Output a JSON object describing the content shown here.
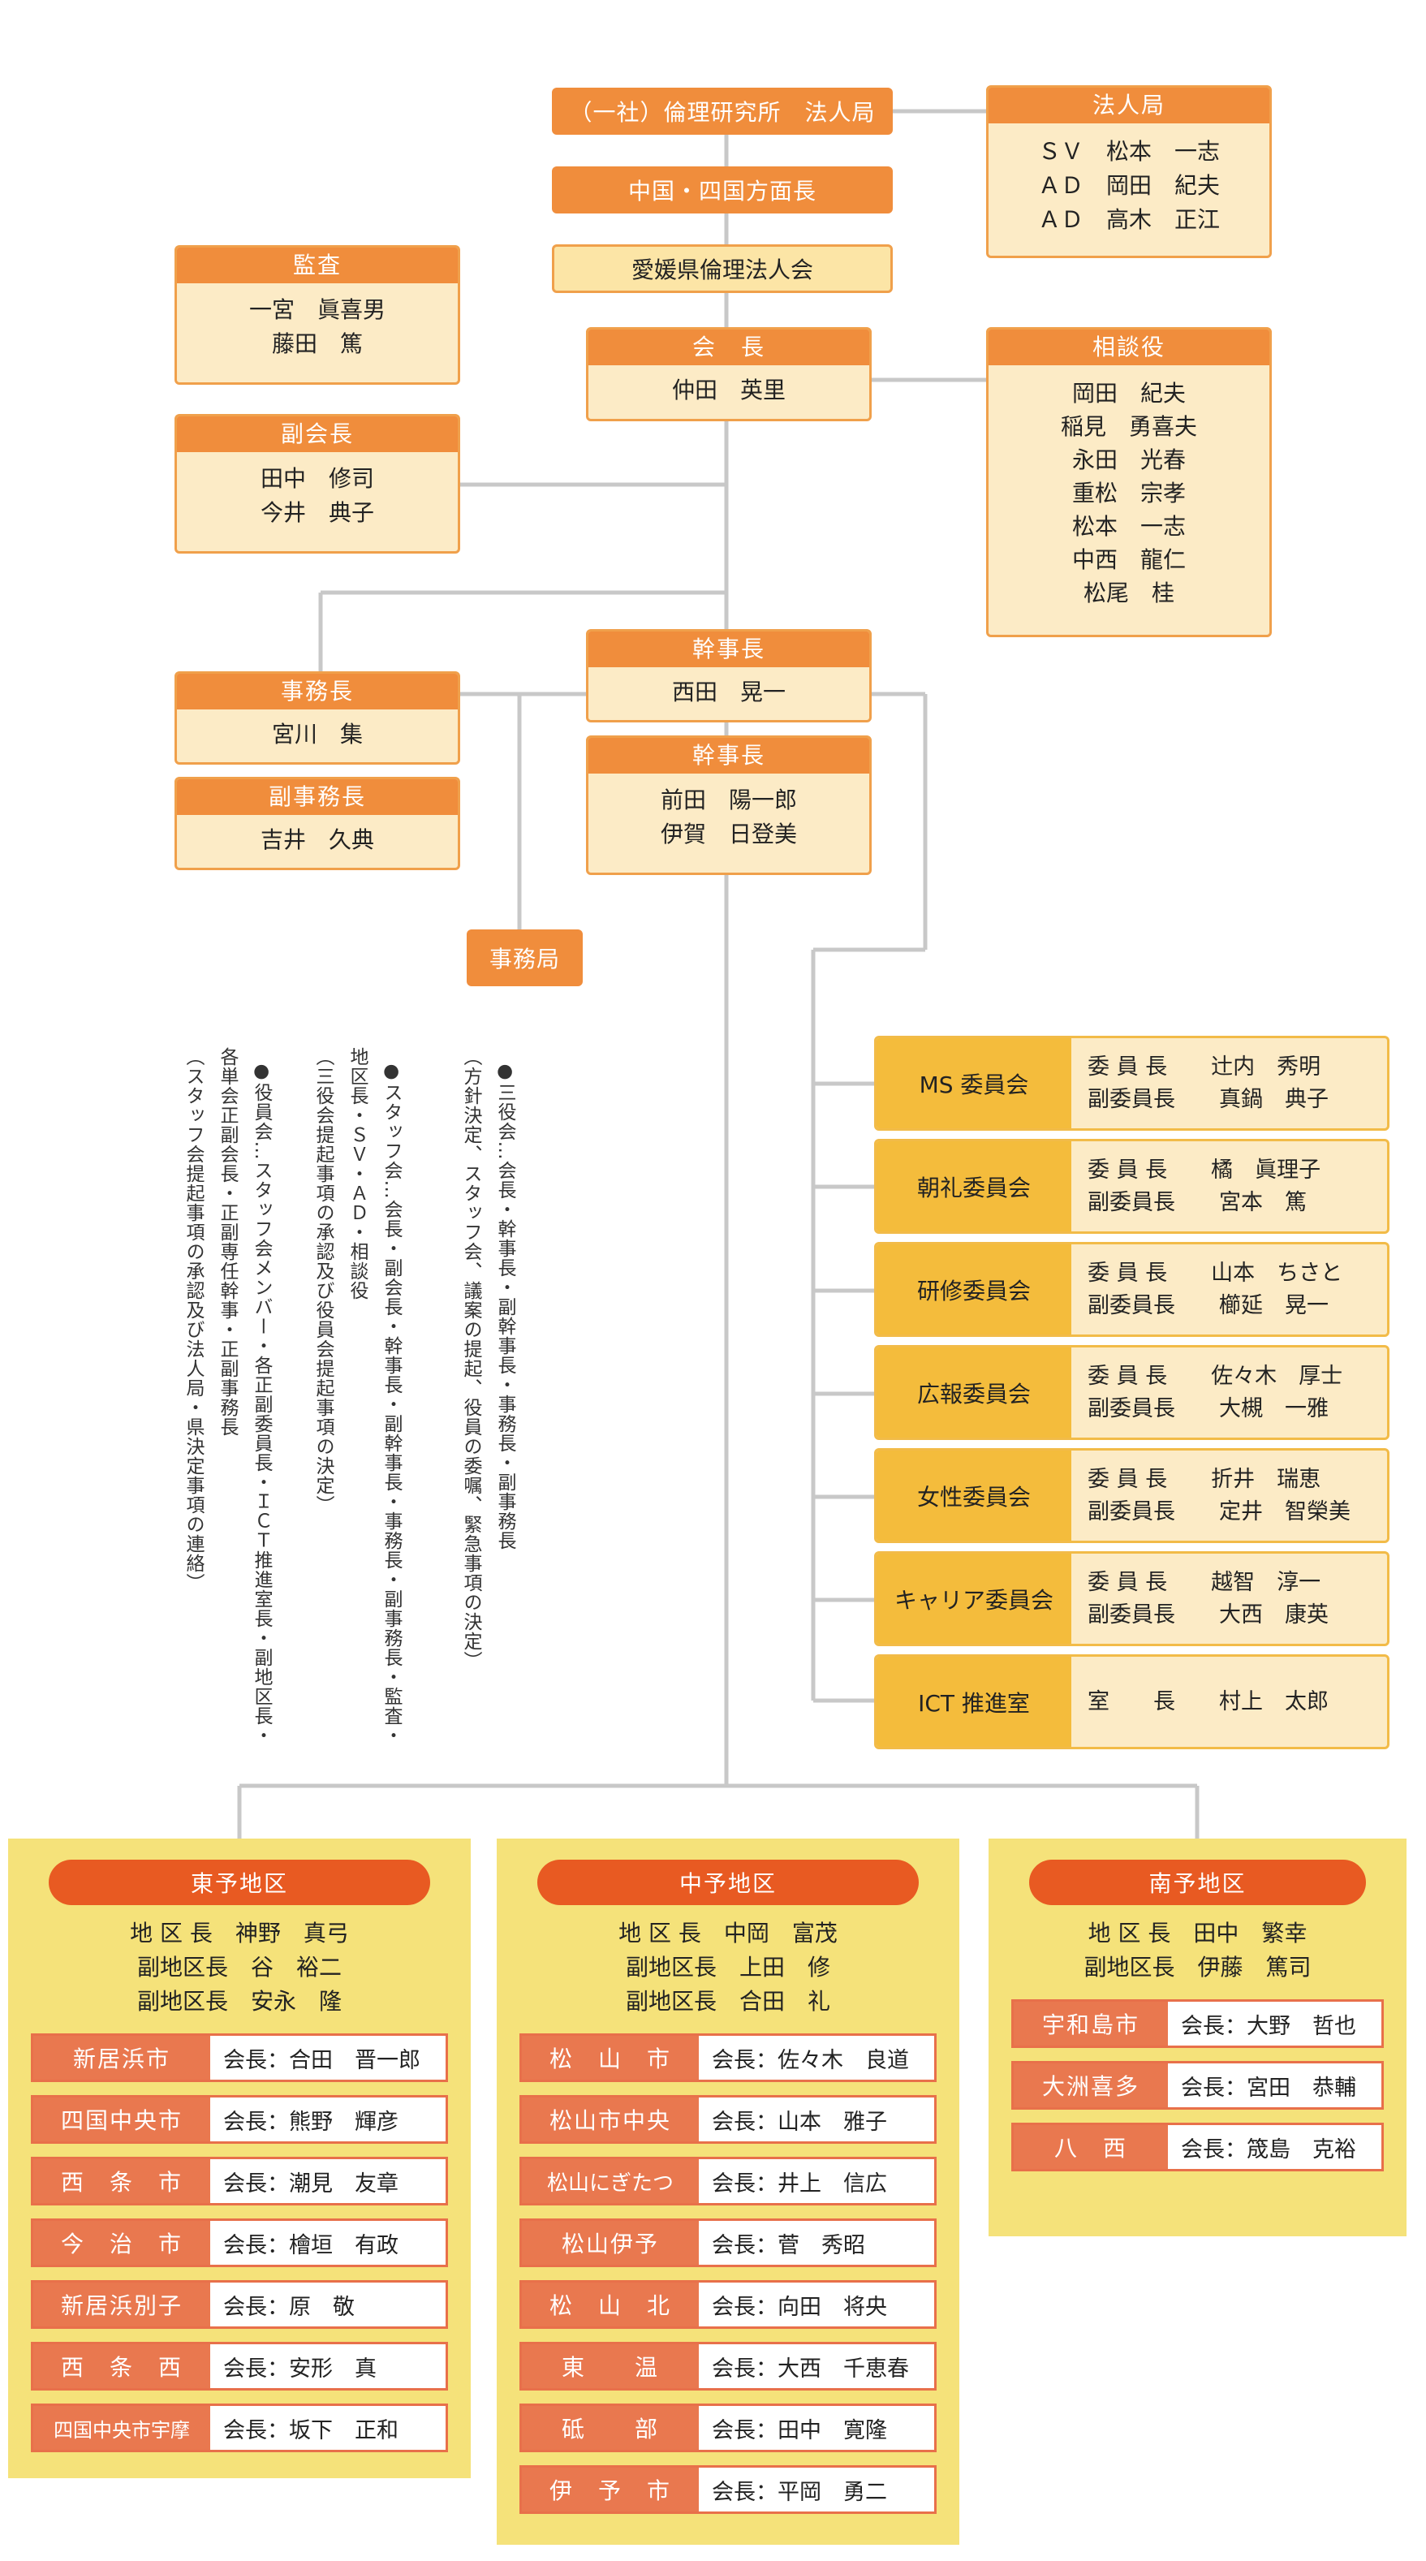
{
  "top": {
    "org": "（一社）倫理研究所　法人局",
    "region_head": "中国・四国方面長",
    "assoc": "愛媛県倫理法人会"
  },
  "hojin": {
    "title": "法人局",
    "lines": [
      "ＳＶ　松本　一志",
      "ＡＤ　岡田　紀夫",
      "ＡＤ　高木　正江"
    ]
  },
  "kansa": {
    "title": "監査",
    "lines": [
      "一宮　眞喜男",
      "藤田　篤"
    ]
  },
  "kaicho": {
    "title": "会　長",
    "lines": [
      "仲田　英里"
    ]
  },
  "fukukaicho": {
    "title": "副会長",
    "lines": [
      "田中　修司",
      "今井　典子"
    ]
  },
  "sodan": {
    "title": "相談役",
    "lines": [
      "岡田　紀夫",
      "稲見　勇喜夫",
      "永田　光春",
      "重松　宗孝",
      "松本　一志",
      "中西　龍仁",
      "松尾　桂"
    ]
  },
  "kanji1": {
    "title": "幹事長",
    "lines": [
      "西田　晃一"
    ]
  },
  "kanji2": {
    "title": "幹事長",
    "lines": [
      "前田　陽一郎",
      "伊賀　日登美"
    ]
  },
  "jimu": {
    "title": "事務長",
    "lines": [
      "宮川　集"
    ]
  },
  "fukujimu": {
    "title": "副事務長",
    "lines": [
      "吉井　久典"
    ]
  },
  "jimukyoku": "事務局",
  "notes": [
    "●三役会…会長・幹事長・副幹事長・事務長・副事務長\n（方針決定、スタッフ会、議案の提起、役員の委嘱、緊急事項の決定）",
    "●スタッフ会…会長・副会長・幹事長・副幹事長・事務長・副事務長・監査・\n地区長・ＳＶ・ＡＤ・相談役\n（三役会提起事項の承認及び役員会提起事項の決定）",
    "●役員会…スタッフ会メンバー・各正副委員長・ＩＣＴ推進室長・副地区長・\n各単会正副会長・正副専任幹事・正副事務長\n（スタッフ会提起事項の承認及び法人局・県決定事項の連絡）"
  ],
  "committees": [
    {
      "name": "MS 委員会",
      "lines": [
        "委 員 長　　辻内　秀明",
        "副委員長　　真鍋　典子"
      ]
    },
    {
      "name": "朝礼委員会",
      "lines": [
        "委 員 長　　橘　眞理子",
        "副委員長　　宮本　篤"
      ]
    },
    {
      "name": "研修委員会",
      "lines": [
        "委 員 長　　山本　ちさと",
        "副委員長　　櫛延　晃一"
      ]
    },
    {
      "name": "広報委員会",
      "lines": [
        "委 員 長　　佐々木　厚士",
        "副委員長　　大槻　一雅"
      ]
    },
    {
      "name": "女性委員会",
      "lines": [
        "委 員 長　　折井　瑞恵",
        "副委員長　　定井　智榮美"
      ]
    },
    {
      "name": "キャリア委員会",
      "lines": [
        "委 員 長　　越智　淳一",
        "副委員長　　大西　康英"
      ]
    },
    {
      "name": "ICT 推進室",
      "lines": [
        "室　　長　　村上　太郎"
      ]
    }
  ],
  "regions": [
    {
      "name": "東予地区",
      "heads": [
        "地 区 長　神野　真弓",
        "副地区長　谷　裕二",
        "副地区長　安永　隆"
      ],
      "branches": [
        {
          "name": "新居浜市",
          "leader": "会長：合田　晋一郎"
        },
        {
          "name": "四国中央市",
          "leader": "会長：熊野　輝彦"
        },
        {
          "name": "西　条　市",
          "leader": "会長：潮見　友章"
        },
        {
          "name": "今　治　市",
          "leader": "会長：檜垣　有政"
        },
        {
          "name": "新居浜別子",
          "leader": "会長：原　敬"
        },
        {
          "name": "西　条　西",
          "leader": "会長：安形　真"
        },
        {
          "name": "四国中央市宇摩",
          "leader": "会長：坂下　正和"
        }
      ]
    },
    {
      "name": "中予地区",
      "heads": [
        "地 区 長　中岡　富茂",
        "副地区長　上田　修",
        "副地区長　合田　礼"
      ],
      "branches": [
        {
          "name": "松　山　市",
          "leader": "会長：佐々木　良道"
        },
        {
          "name": "松山市中央",
          "leader": "会長：山本　雅子"
        },
        {
          "name": "松山にぎたつ",
          "leader": "会長：井上　信広"
        },
        {
          "name": "松山伊予",
          "leader": "会長：菅　秀昭"
        },
        {
          "name": "松　山　北",
          "leader": "会長：向田　将央"
        },
        {
          "name": "東　　温",
          "leader": "会長：大西　千恵春"
        },
        {
          "name": "砥　　部",
          "leader": "会長：田中　寛隆"
        },
        {
          "name": "伊　予　市",
          "leader": "会長：平岡　勇二"
        }
      ]
    },
    {
      "name": "南予地区",
      "heads": [
        "地 区 長　田中　繁幸",
        "副地区長　伊藤　篤司"
      ],
      "branches": [
        {
          "name": "宇和島市",
          "leader": "会長：大野　哲也"
        },
        {
          "name": "大洲喜多",
          "leader": "会長：宮田　恭輔"
        },
        {
          "name": "八　西",
          "leader": "会長：筬島　克裕"
        }
      ]
    }
  ]
}
